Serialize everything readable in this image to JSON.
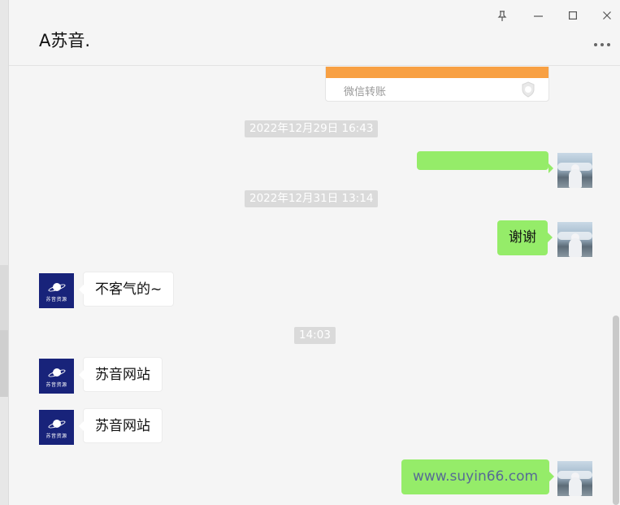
{
  "header": {
    "title": "A苏音.",
    "pin_icon": "pin-icon",
    "minimize_icon": "minimize-icon",
    "maximize_icon": "maximize-icon",
    "close_icon": "close-icon",
    "more_icon": "more-icon"
  },
  "messages": {
    "transfer_label": "微信转账",
    "timestamps": [
      "2022年12月29日 16:43",
      "2022年12月31日 13:14",
      "14:03"
    ],
    "items": [
      {
        "side": "right",
        "text": ""
      },
      {
        "side": "right",
        "text": "谢谢"
      },
      {
        "side": "left",
        "text": "不客气的~"
      },
      {
        "side": "left",
        "text": "苏音网站"
      },
      {
        "side": "left",
        "text": "苏音网站"
      },
      {
        "side": "right",
        "text": "www.suyin66.com"
      }
    ],
    "bot_avatar_text": "苏音资源"
  },
  "colors": {
    "self_bubble": "#95ec69",
    "transfer_header": "#f8a043",
    "bot_avatar": "#18237a",
    "link": "#576b95"
  }
}
